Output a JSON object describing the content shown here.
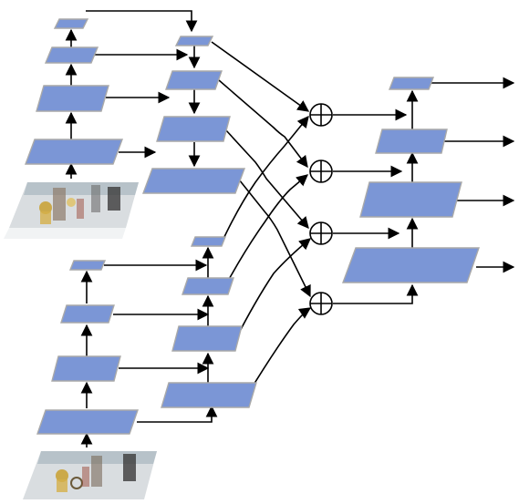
{
  "colors": {
    "feature_map_fill": "#7b96d6",
    "feature_map_border": "#a9a9a9",
    "arrow": "#000000",
    "background": "#ffffff"
  },
  "icons": {
    "summation": "circled-plus-icon",
    "input_image": "street-scene-photo"
  },
  "branches": [
    {
      "name": "top-branch",
      "backbone_levels": 4,
      "pyramid_levels": 4
    },
    {
      "name": "bottom-branch",
      "backbone_levels": 4,
      "pyramid_levels": 4
    }
  ],
  "fusion": {
    "summation_nodes": 4,
    "output_levels": 4
  }
}
